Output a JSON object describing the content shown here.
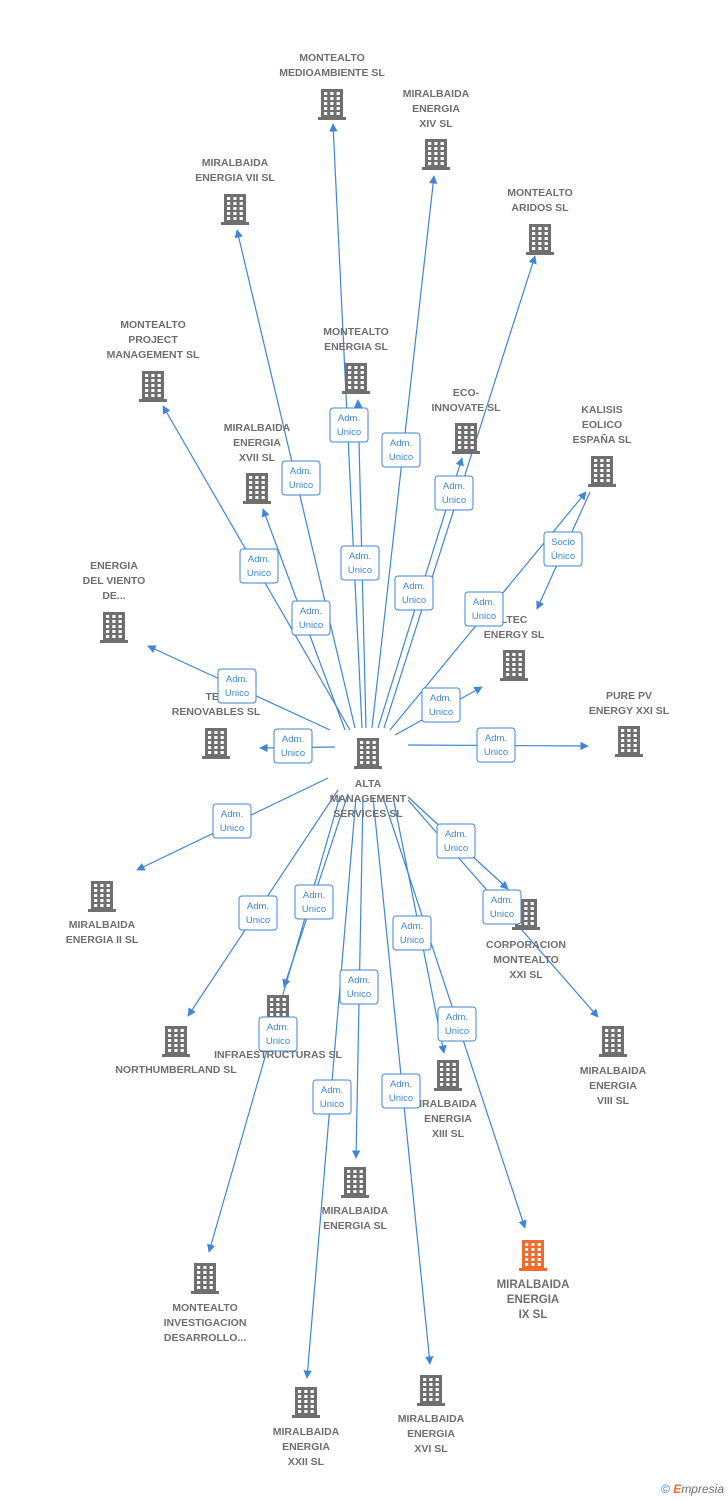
{
  "colors": {
    "edge": "#3f86d6",
    "building": "#6f6f6f",
    "highlight": "#f26b2a",
    "label": "#6f6f6f"
  },
  "footer": {
    "copyright": "©",
    "brand_e": "E",
    "brand_rest": "mpresia"
  },
  "nodes": [
    {
      "id": "alta",
      "lines": [
        "ALTA",
        "MANAGEMENT",
        "SERVICES SL"
      ]
    },
    {
      "id": "medioambiente",
      "lines": [
        "MONTEALTO",
        "MEDIOAMBIENTE SL"
      ]
    },
    {
      "id": "xiv",
      "lines": [
        "MIRALBAIDA",
        "ENERGIA",
        "XIV SL"
      ]
    },
    {
      "id": "vii",
      "lines": [
        "MIRALBAIDA",
        "ENERGIA VII SL"
      ]
    },
    {
      "id": "aridos",
      "lines": [
        "MONTEALTO",
        "ARIDOS SL"
      ]
    },
    {
      "id": "project",
      "lines": [
        "MONTEALTO",
        "PROJECT",
        "MANAGEMENT SL"
      ]
    },
    {
      "id": "montealto_energia",
      "lines": [
        "MONTEALTO",
        "ENERGIA SL"
      ]
    },
    {
      "id": "eco",
      "lines": [
        "ECO-",
        "INNOVATE SL"
      ]
    },
    {
      "id": "kalisis",
      "lines": [
        "KALISIS",
        "EOLICO",
        "ESPAÑA SL"
      ]
    },
    {
      "id": "xvii",
      "lines": [
        "MIRALBAIDA",
        "ENERGIA",
        "XVII SL"
      ]
    },
    {
      "id": "viento",
      "lines": [
        "ENERGIA",
        "DEL VIENTO",
        "DE..."
      ]
    },
    {
      "id": "ltec",
      "lines": [
        "LTEC",
        "ENERGY SL"
      ]
    },
    {
      "id": "renovables",
      "lines": [
        "TER",
        "RENOVABLES SL"
      ]
    },
    {
      "id": "purepv",
      "lines": [
        "PURE PV",
        "ENERGY XXI SL"
      ]
    },
    {
      "id": "ii",
      "lines": [
        "MIRALBAIDA",
        "ENERGIA II SL"
      ]
    },
    {
      "id": "corporacion",
      "lines": [
        "CORPORACION",
        "MONTEALTO",
        "XXI SL"
      ]
    },
    {
      "id": "infra",
      "lines": [
        "MO          TO",
        "INFRAESTRUCTURAS SL"
      ]
    },
    {
      "id": "northumberland",
      "lines": [
        "NORTHUMBERLAND SL"
      ]
    },
    {
      "id": "viii",
      "lines": [
        "MIRALBAIDA",
        "ENERGIA",
        "VIII SL"
      ]
    },
    {
      "id": "xiii",
      "lines": [
        "IRALBAIDA",
        "ENERGIA",
        "XIII SL"
      ]
    },
    {
      "id": "miralbaida_energia",
      "lines": [
        "MIRALBAIDA",
        "ENERGIA SL"
      ]
    },
    {
      "id": "ix",
      "lines": [
        "MIRALBAIDA",
        "ENERGIA",
        "IX SL"
      ],
      "highlight": true
    },
    {
      "id": "investigacion",
      "lines": [
        "MONTEALTO",
        "INVESTIGACION",
        "DESARROLLO..."
      ]
    },
    {
      "id": "xxii",
      "lines": [
        "MIRALBAIDA",
        "ENERGIA",
        "XXII SL"
      ]
    },
    {
      "id": "xvi",
      "lines": [
        "MIRALBAIDA",
        "ENERGIA",
        "XVI SL"
      ]
    }
  ],
  "edges": [
    {
      "id": "e-medioambiente",
      "from": "alta",
      "to": "medioambiente",
      "label": [
        "Adm.",
        "Unico"
      ]
    },
    {
      "id": "e-xiv",
      "from": "alta",
      "to": "xiv",
      "label": [
        "Adm.",
        "Unico"
      ]
    },
    {
      "id": "e-vii",
      "from": "alta",
      "to": "vii",
      "label": [
        "Adm.",
        "Unico"
      ]
    },
    {
      "id": "e-aridos",
      "from": "alta",
      "to": "aridos",
      "label": [
        "Adm.",
        "Unico"
      ]
    },
    {
      "id": "e-project",
      "from": "alta",
      "to": "project",
      "label": [
        "Adm.",
        "Unico"
      ]
    },
    {
      "id": "e-energia",
      "from": "alta",
      "to": "montealto_energia",
      "label": [
        "Adm.",
        "Unico"
      ]
    },
    {
      "id": "e-eco",
      "from": "alta",
      "to": "eco",
      "label": [
        "Adm.",
        "Unico"
      ]
    },
    {
      "id": "e-kalisis",
      "from": "alta",
      "to": "kalisis",
      "label": [
        "Adm.",
        "Unico"
      ]
    },
    {
      "id": "e-socio",
      "from": "kalisis",
      "to": "ltec",
      "label": [
        "Socio",
        "Único"
      ]
    },
    {
      "id": "e-xvii",
      "from": "alta",
      "to": "xvii",
      "label": [
        "Adm.",
        "Unico"
      ]
    },
    {
      "id": "e-viento",
      "from": "alta",
      "to": "viento",
      "label": [
        "Adm.",
        "Unico"
      ]
    },
    {
      "id": "e-ltec",
      "from": "alta",
      "to": "ltec",
      "label": [
        "Adm.",
        "Unico"
      ]
    },
    {
      "id": "e-renovables",
      "from": "alta",
      "to": "renovables",
      "label": [
        "Adm.",
        "Unico"
      ]
    },
    {
      "id": "e-purepv",
      "from": "alta",
      "to": "purepv",
      "label": [
        "Adm.",
        "Unico"
      ]
    },
    {
      "id": "e-ii",
      "from": "alta",
      "to": "ii",
      "label": [
        "Adm.",
        "Unico"
      ]
    },
    {
      "id": "e-corporacion",
      "from": "alta",
      "to": "corporacion",
      "label": [
        "Adm.",
        "Unico"
      ]
    },
    {
      "id": "e-viii",
      "from": "alta",
      "to": "viii",
      "label": [
        "Adm.",
        "Unico"
      ]
    },
    {
      "id": "e-northumberland",
      "from": "alta",
      "to": "northumberland",
      "label": [
        "Adm.",
        "Unico"
      ]
    },
    {
      "id": "e-infra",
      "from": "alta",
      "to": "infra",
      "label": [
        "Adm.",
        "Unico"
      ]
    },
    {
      "id": "e-xiii",
      "from": "alta",
      "to": "xiii",
      "label": [
        "Adm.",
        "Unico"
      ]
    },
    {
      "id": "e-ix",
      "from": "alta",
      "to": "ix",
      "label": [
        "Adm.",
        "Unico"
      ]
    },
    {
      "id": "e-miralbaida",
      "from": "alta",
      "to": "miralbaida_energia",
      "label": [
        "Adm.",
        "Unico"
      ]
    },
    {
      "id": "e-investigacion",
      "from": "alta",
      "to": "investigacion",
      "label": [
        "Adm.",
        "Unico"
      ]
    },
    {
      "id": "e-xxii",
      "from": "alta",
      "to": "xxii",
      "label": [
        "Adm.",
        "Unico"
      ]
    },
    {
      "id": "e-xvi",
      "from": "alta",
      "to": "xvi",
      "label": [
        "Adm.",
        "Unico"
      ]
    }
  ]
}
